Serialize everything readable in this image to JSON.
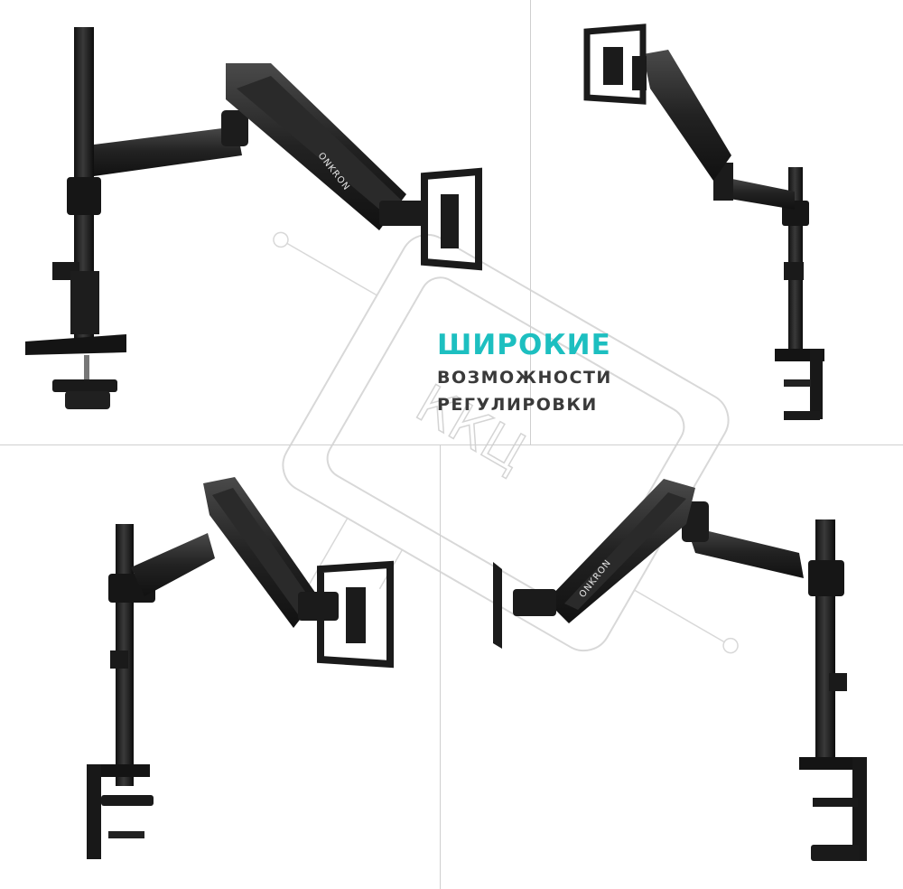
{
  "headline": "ШИРОКИЕ",
  "subline_1": "ВОЗМОЖНОСТИ",
  "subline_2": "РЕГУЛИРОВКИ",
  "brand_label": "ONKRON",
  "watermark": "ККЦ",
  "colors": {
    "accent": "#1dbfc0",
    "text": "#3a3a3a",
    "mount": "#1b1b1b",
    "divider": "#cfcfcf"
  }
}
